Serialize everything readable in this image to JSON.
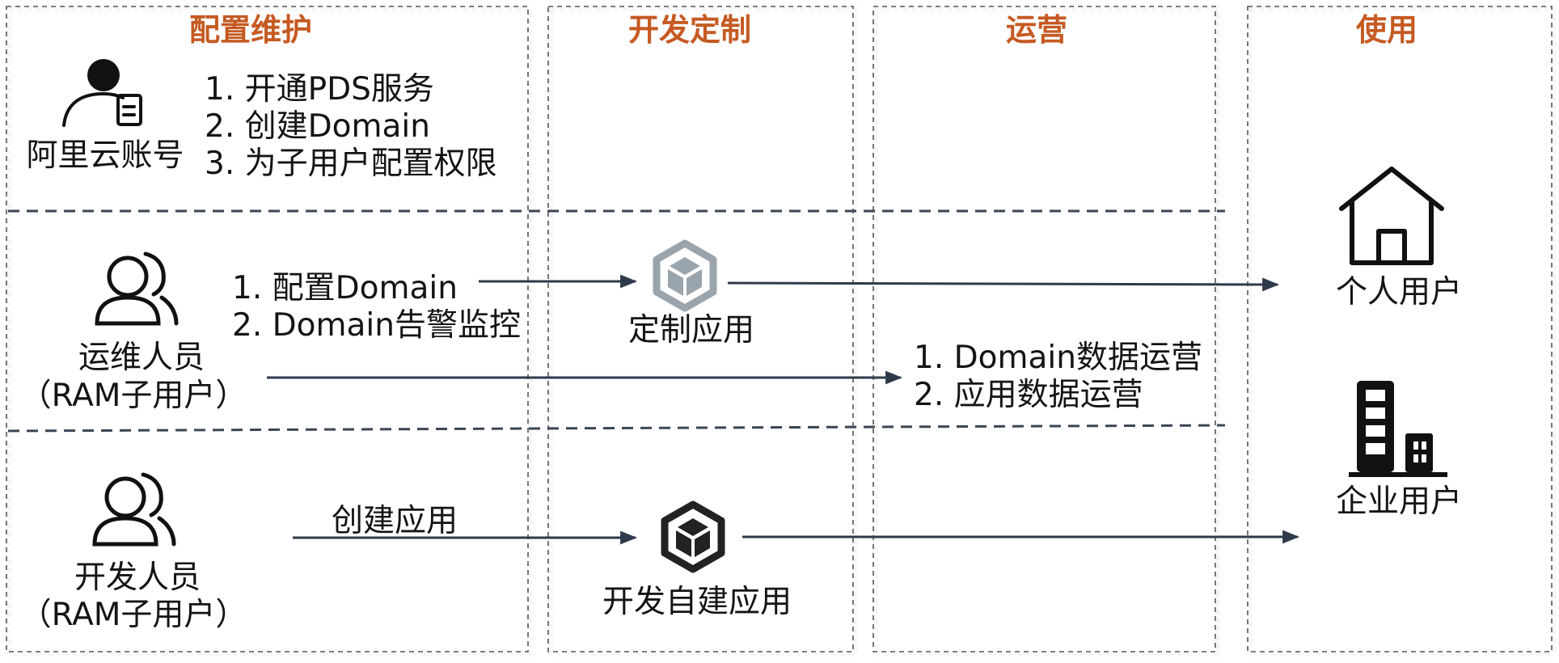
{
  "colors": {
    "accent": "#c55a22",
    "line": "#2f3a4b",
    "icon_dark": "#222222",
    "icon_gray": "#9aa4ad"
  },
  "columns": [
    {
      "title": "配置维护"
    },
    {
      "title": "开发定制"
    },
    {
      "title": "运营"
    },
    {
      "title": "使用"
    }
  ],
  "rows": {
    "account": {
      "icon": "admin-user-icon",
      "label": "阿里云账号",
      "steps": [
        "1. 开通PDS服务",
        "2. 创建Domain",
        "3. 为子用户配置权限"
      ]
    },
    "ops": {
      "icon": "users-icon",
      "label_line1": "运维人员",
      "label_line2": "（RAM子用户）",
      "steps": [
        "1. 配置Domain",
        "2. Domain告警监控"
      ]
    },
    "dev": {
      "icon": "users-icon",
      "label_line1": "开发人员",
      "label_line2": "（RAM子用户）",
      "step": "创建应用"
    }
  },
  "custom_app": {
    "icon": "cube-gray-icon",
    "label": "定制应用"
  },
  "self_app": {
    "icon": "cube-dark-icon",
    "label": "开发自建应用"
  },
  "operations": {
    "steps": [
      "1. Domain数据运营",
      "2. 应用数据运营"
    ]
  },
  "end_users": {
    "personal": {
      "icon": "house-icon",
      "label": "个人用户"
    },
    "enterprise": {
      "icon": "building-icon",
      "label": "企业用户"
    }
  }
}
